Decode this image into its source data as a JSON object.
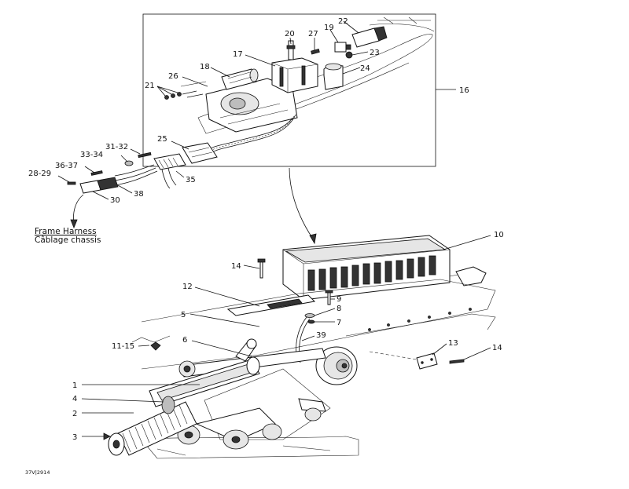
{
  "callouts": [
    {
      "id": "c22",
      "label": "22"
    },
    {
      "id": "c20",
      "label": "20"
    },
    {
      "id": "c27",
      "label": "27"
    },
    {
      "id": "c19",
      "label": "19"
    },
    {
      "id": "c23",
      "label": "23"
    },
    {
      "id": "c17",
      "label": "17"
    },
    {
      "id": "c18",
      "label": "18"
    },
    {
      "id": "c24",
      "label": "24"
    },
    {
      "id": "c26",
      "label": "26"
    },
    {
      "id": "c21",
      "label": "21"
    },
    {
      "id": "c16",
      "label": "16"
    },
    {
      "id": "c25",
      "label": "25"
    },
    {
      "id": "c31",
      "label": "31-32"
    },
    {
      "id": "c33",
      "label": "33-34"
    },
    {
      "id": "c36",
      "label": "36-37"
    },
    {
      "id": "c28",
      "label": "28-29"
    },
    {
      "id": "c35",
      "label": "35"
    },
    {
      "id": "c38",
      "label": "38"
    },
    {
      "id": "c30",
      "label": "30"
    },
    {
      "id": "c10",
      "label": "10"
    },
    {
      "id": "c14a",
      "label": "14"
    },
    {
      "id": "c12",
      "label": "12"
    },
    {
      "id": "c9",
      "label": "9"
    },
    {
      "id": "c8",
      "label": "8"
    },
    {
      "id": "c5",
      "label": "5"
    },
    {
      "id": "c7",
      "label": "7"
    },
    {
      "id": "c6",
      "label": "6"
    },
    {
      "id": "c39",
      "label": "39"
    },
    {
      "id": "c11",
      "label": "11-15"
    },
    {
      "id": "c13",
      "label": "13"
    },
    {
      "id": "c14b",
      "label": "14"
    },
    {
      "id": "c1",
      "label": "1"
    },
    {
      "id": "c4",
      "label": "4"
    },
    {
      "id": "c2",
      "label": "2"
    },
    {
      "id": "c3",
      "label": "3"
    }
  ],
  "notes": {
    "harness_en": "Frame Harness",
    "harness_fr": "Câblage chassis"
  },
  "drawing_code": "37V|2914"
}
